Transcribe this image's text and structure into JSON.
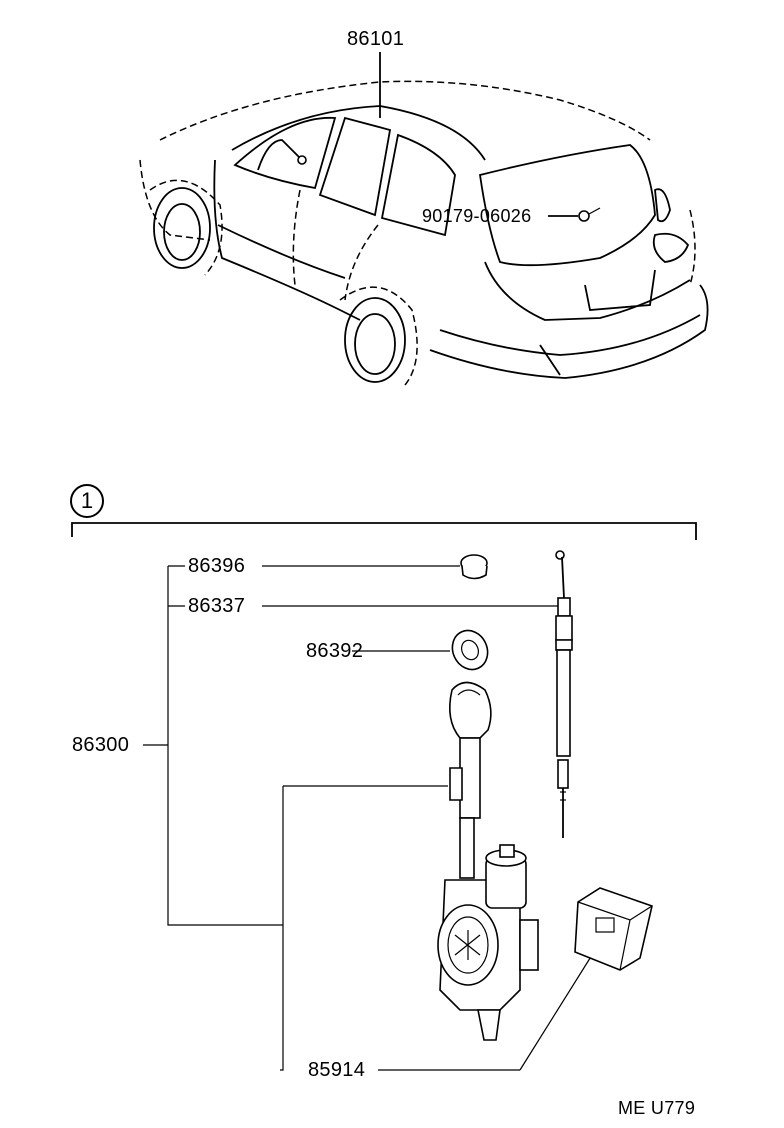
{
  "parts": {
    "p86101": "86101",
    "p90179": "90179-06026",
    "p86396": "86396",
    "p86337": "86337",
    "p86392": "86392",
    "p86300": "86300",
    "p85914": "85914"
  },
  "section_marker": "1",
  "diagram_code": "ME U779"
}
